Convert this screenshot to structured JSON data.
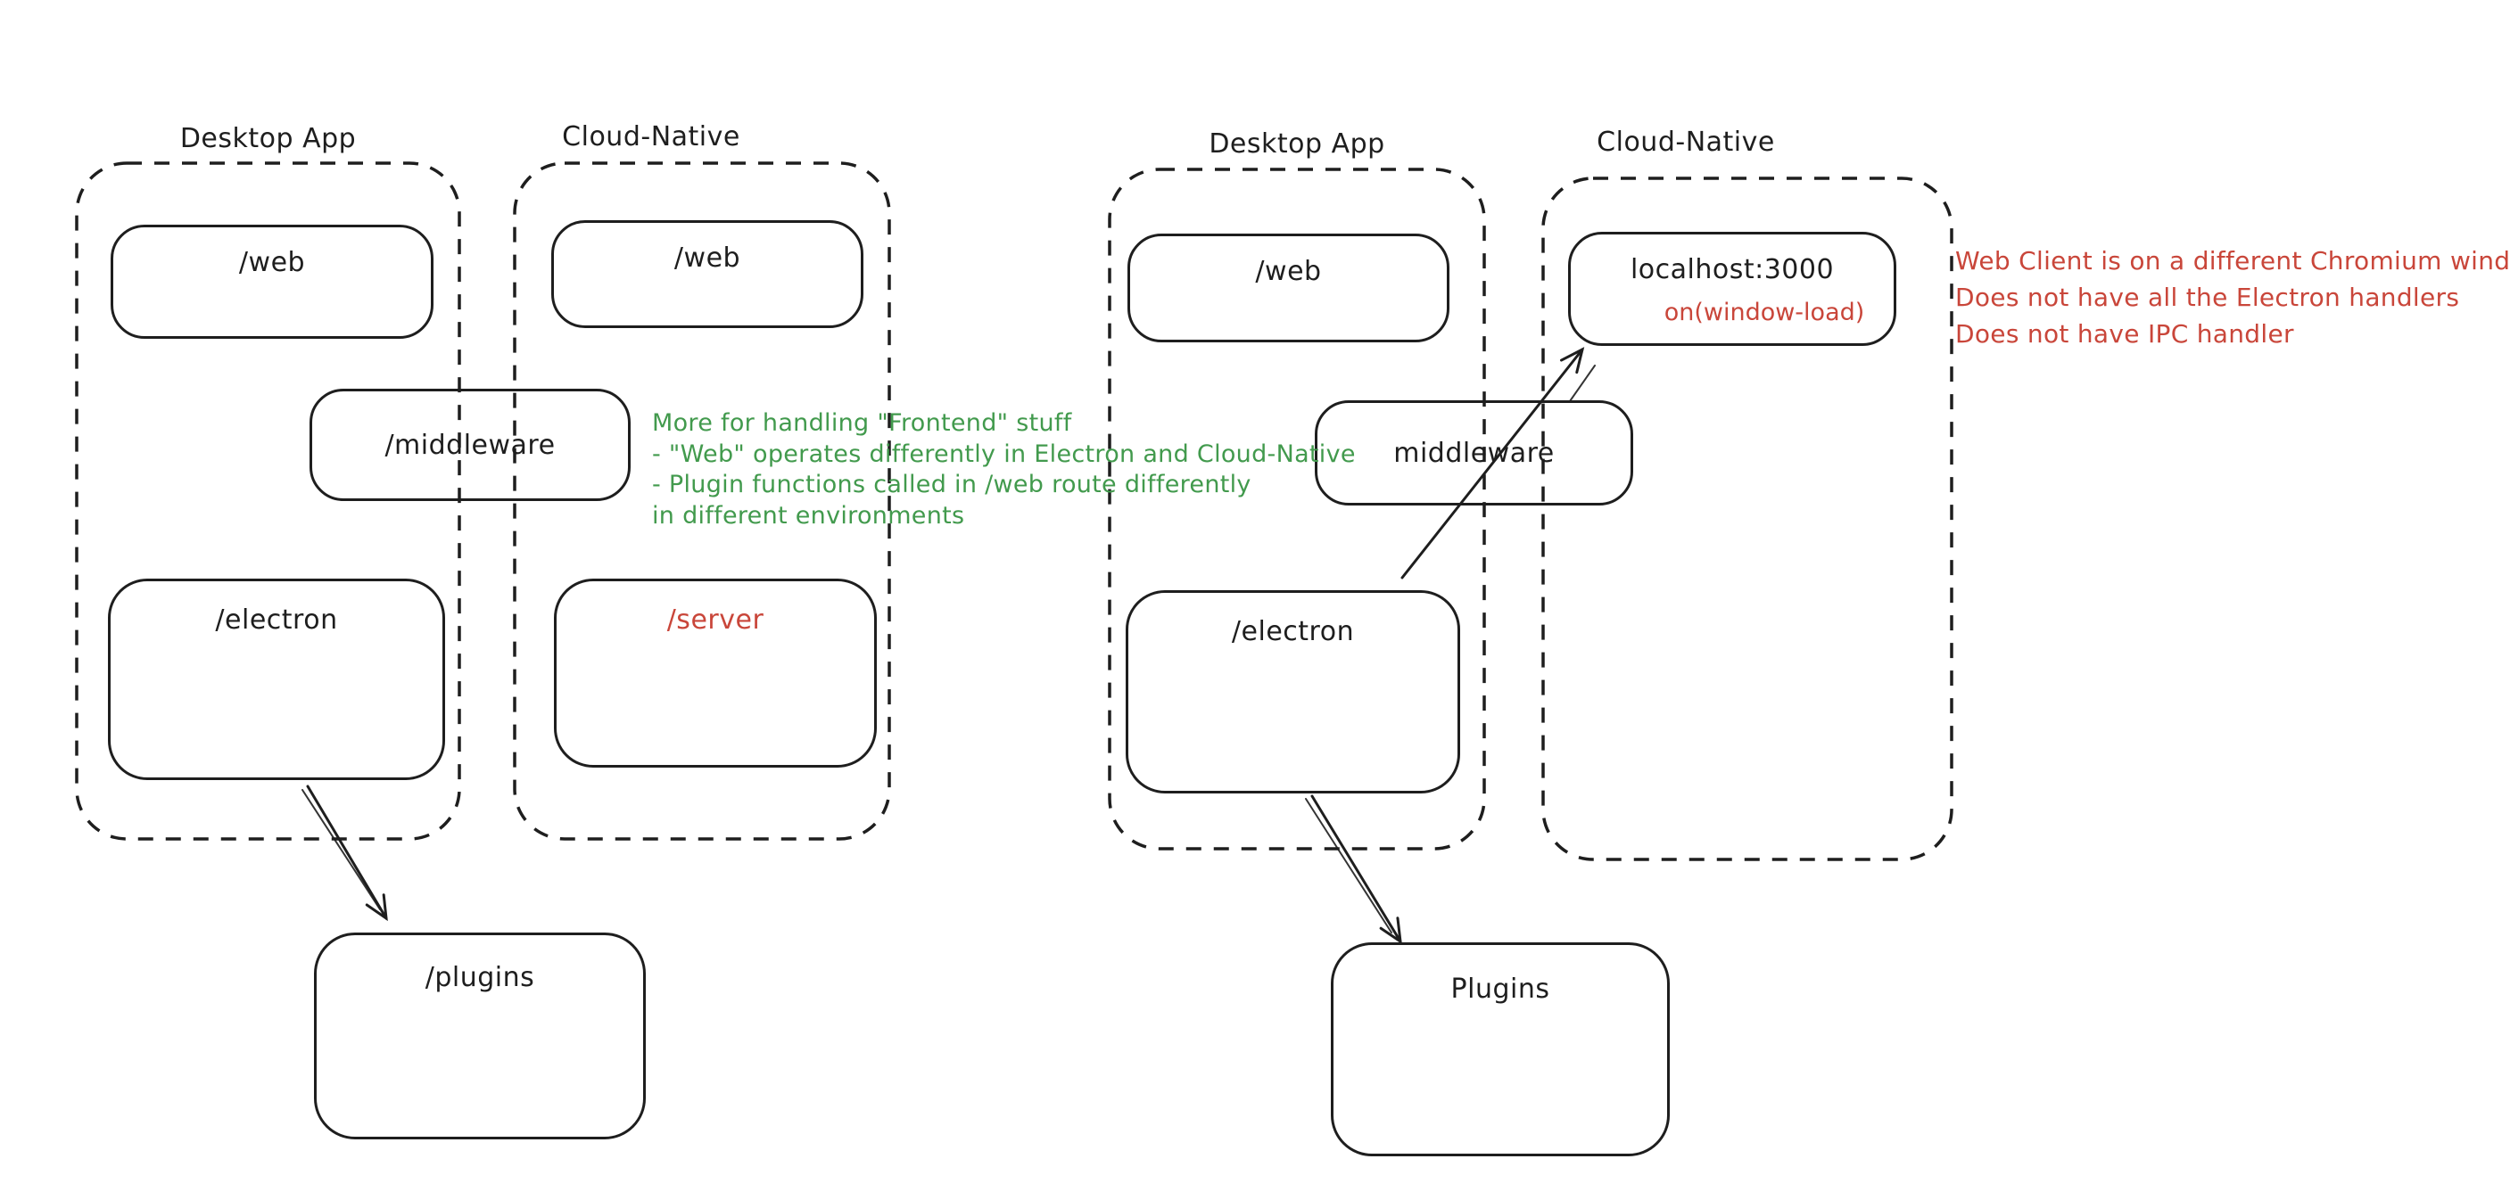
{
  "colors": {
    "stroke": "#1e1e1e",
    "red": "#c9463a",
    "green": "#429a4d",
    "background": "#ffffff"
  },
  "left_diagram": {
    "desktop_app": {
      "label": "Desktop App",
      "web": "/web",
      "electron": "/electron"
    },
    "cloud_native": {
      "label": "Cloud-Native",
      "web": "/web",
      "server": "/server"
    },
    "middleware": "/middleware",
    "plugins": "/plugins"
  },
  "right_diagram": {
    "desktop_app": {
      "label": "Desktop App",
      "web": "/web",
      "electron": "/electron"
    },
    "cloud_native": {
      "label": "Cloud-Native",
      "localhost": "localhost:3000",
      "on_window_load": "on(window-load)"
    },
    "middleware": "middleware",
    "plugins": "Plugins"
  },
  "notes": {
    "frontend_note": {
      "color": "#429a4d",
      "lines": [
        "More for handling \"Frontend\" stuff",
        "- \"Web\" operates differently in Electron and Cloud-Native",
        "- Plugin functions called in /web route differently",
        "in different environments"
      ]
    },
    "web_client_note": {
      "color": "#c9463a",
      "lines": [
        "Web Client is on a different Chromium window",
        "Does not have all the Electron handlers",
        "Does not have IPC handler"
      ]
    }
  }
}
